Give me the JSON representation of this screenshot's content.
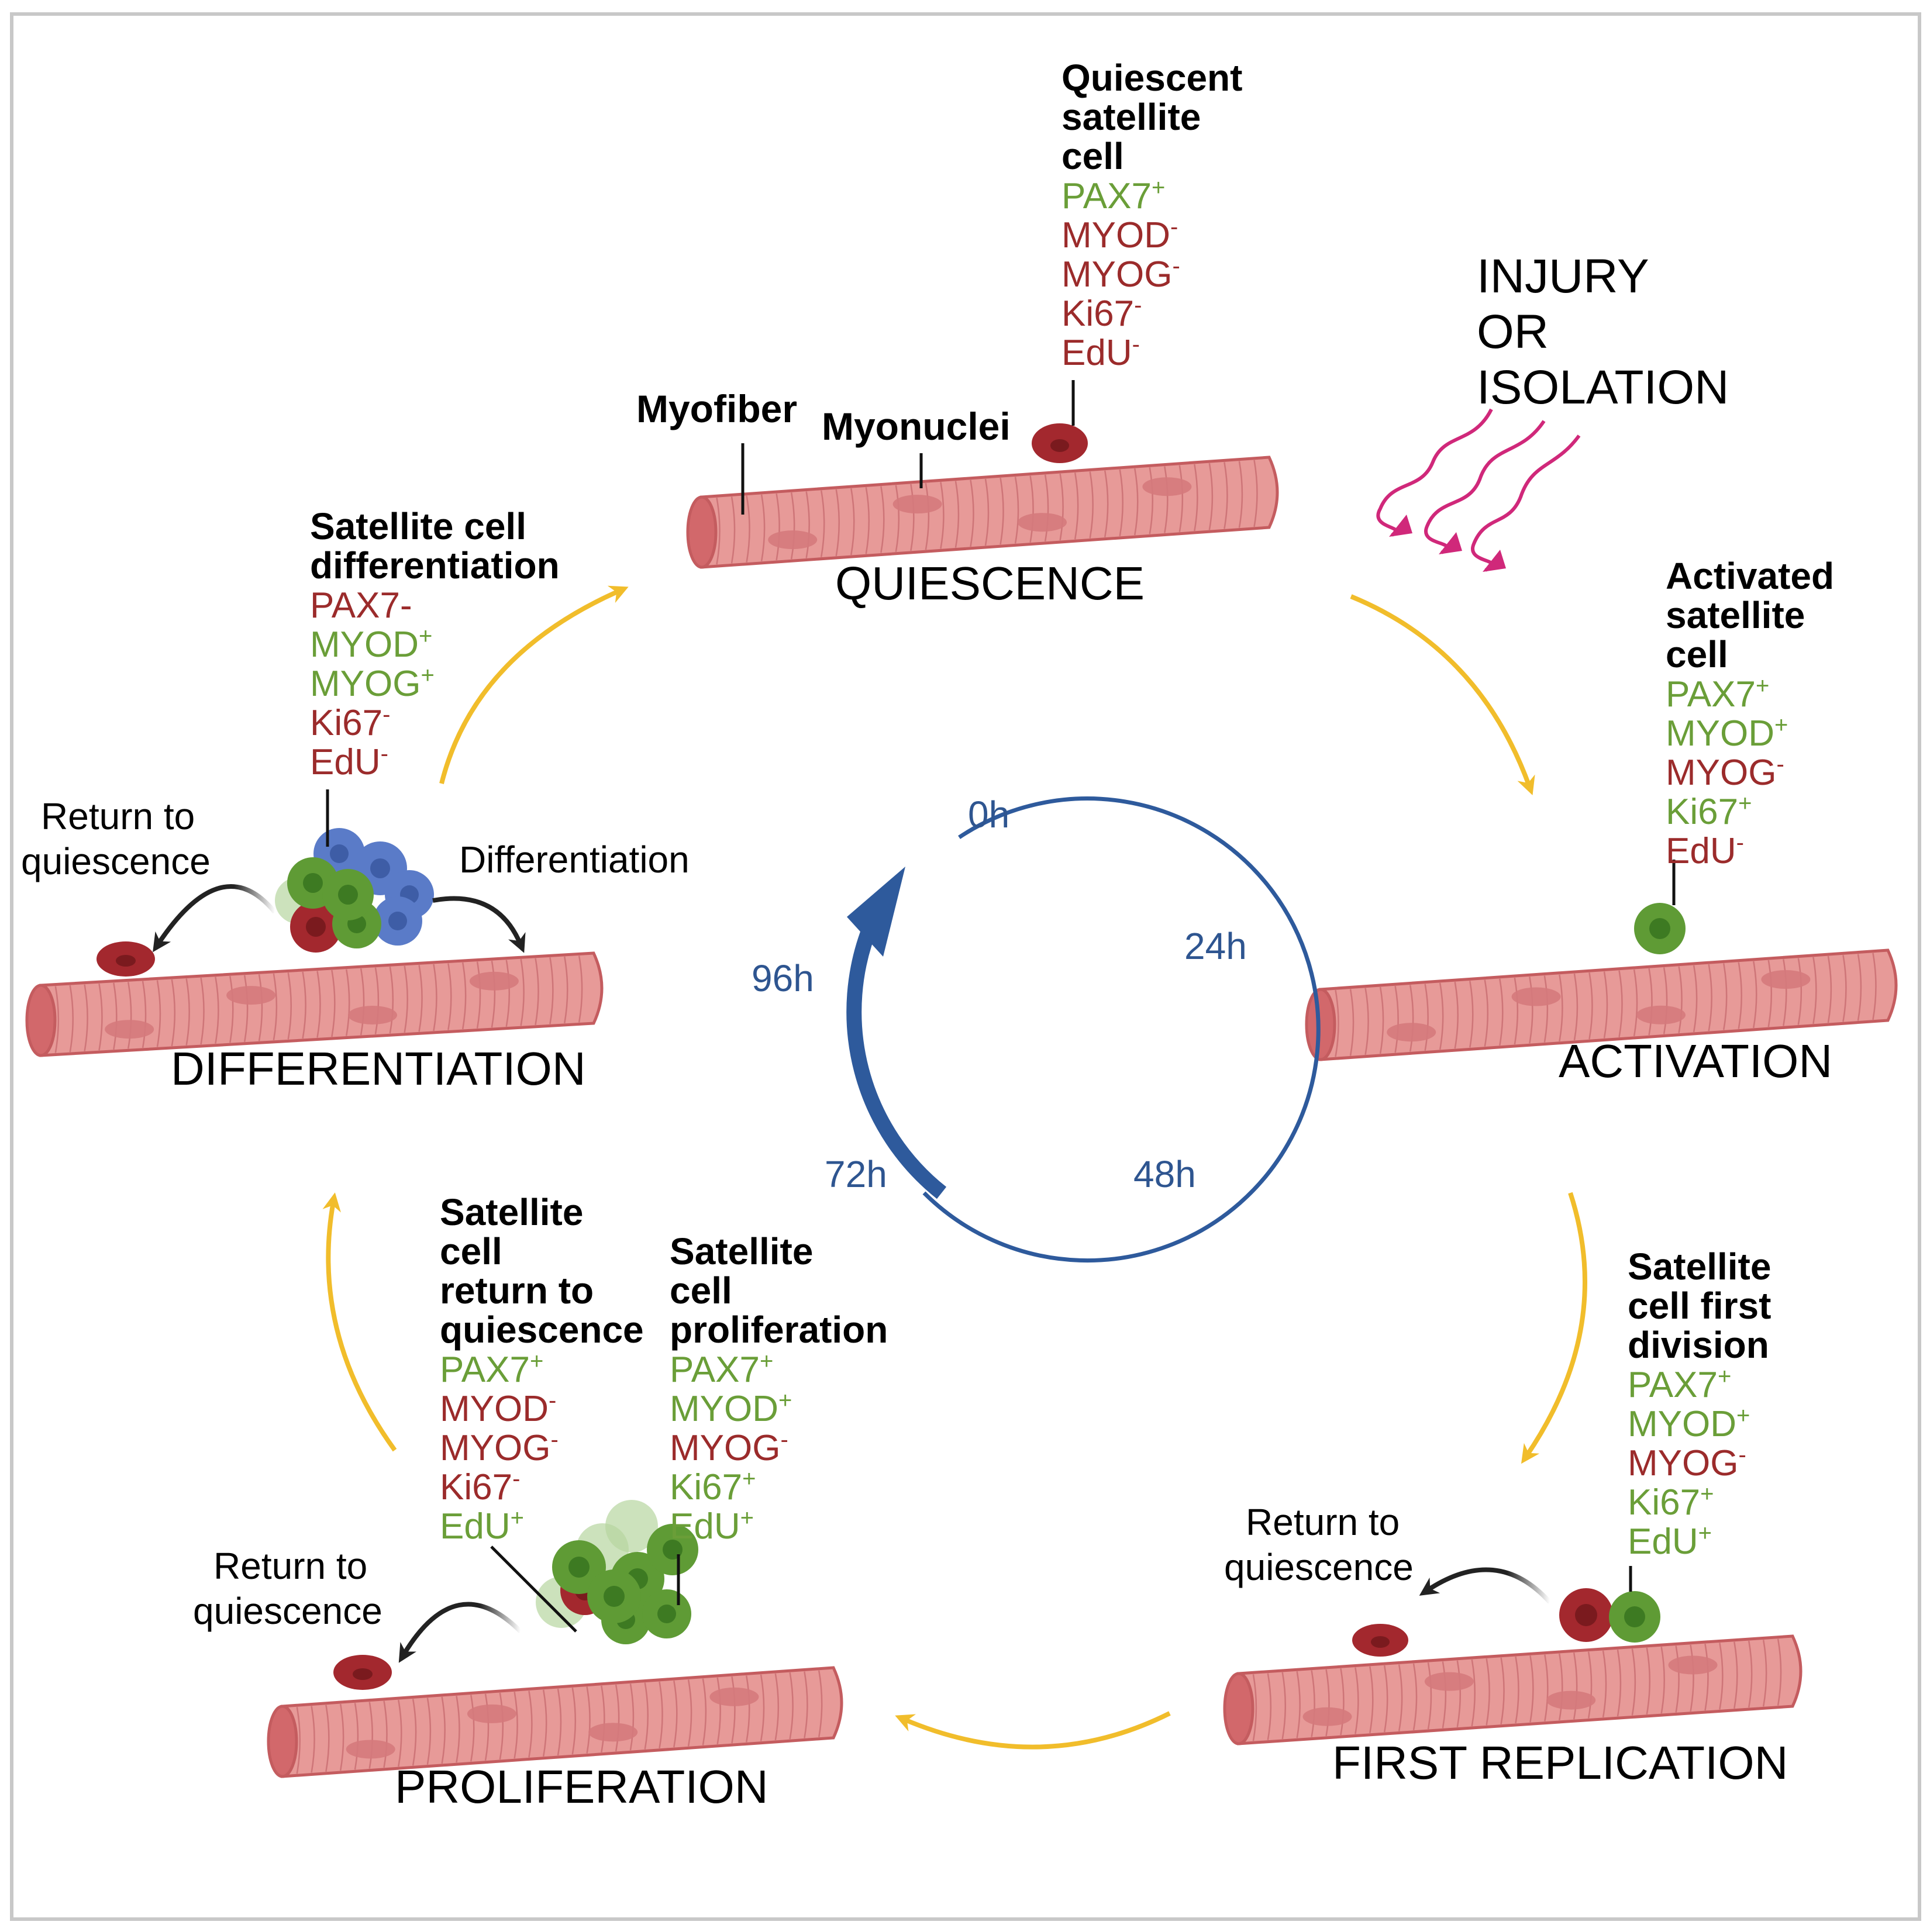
{
  "colors": {
    "marker_positive": "#6a9e38",
    "marker_negative": "#9b2b2b",
    "cycle_arrow": "#2e5a9c",
    "stage_arrow": "#f1bd2b",
    "injury_arrow": "#d0287a",
    "fiber": "#e79a98",
    "fiber_dark": "#c95f63",
    "quiescent_cell": "#a3282e",
    "activated_cell": "#5f9b35",
    "differentiated_cell": "#5a7bc8"
  },
  "stages": {
    "quiescence": "QUIESCENCE",
    "activation": "ACTIVATION",
    "first_replication": "FIRST REPLICATION",
    "proliferation": "PROLIFERATION",
    "differentiation": "DIFFERENTIATION"
  },
  "labels": {
    "myofiber": "Myofiber",
    "myonuclei": "Myonuclei",
    "return_to": "Return to",
    "quiescence": "quiescence",
    "differentiation": "Differentiation"
  },
  "injury": [
    "INJURY",
    "OR",
    "ISOLATION"
  ],
  "times": [
    "0h",
    "24h",
    "48h",
    "72h",
    "96h"
  ],
  "cell_states": {
    "quiescent": {
      "title": [
        "Quiescent",
        "satellite",
        "cell"
      ],
      "markers": [
        {
          "base": "PAX7",
          "sign": "+",
          "positive": true
        },
        {
          "base": "MYOD",
          "sign": "-",
          "positive": false
        },
        {
          "base": "MYOG",
          "sign": "-",
          "positive": false
        },
        {
          "base": "Ki67",
          "sign": "-",
          "positive": false
        },
        {
          "base": "EdU",
          "sign": "-",
          "positive": false
        }
      ]
    },
    "activated": {
      "title": [
        "Activated",
        "satellite",
        "cell"
      ],
      "markers": [
        {
          "base": "PAX7",
          "sign": "+",
          "positive": true
        },
        {
          "base": "MYOD",
          "sign": "+",
          "positive": true
        },
        {
          "base": "MYOG",
          "sign": "-",
          "positive": false
        },
        {
          "base": "Ki67",
          "sign": "+",
          "positive": true
        },
        {
          "base": "EdU",
          "sign": "-",
          "positive": false
        }
      ]
    },
    "first_division": {
      "title": [
        "Satellite",
        "cell first",
        "division"
      ],
      "markers": [
        {
          "base": "PAX7",
          "sign": "+",
          "positive": true
        },
        {
          "base": "MYOD",
          "sign": "+",
          "positive": true
        },
        {
          "base": "MYOG",
          "sign": "-",
          "positive": false
        },
        {
          "base": "Ki67",
          "sign": "+",
          "positive": true
        },
        {
          "base": "EdU",
          "sign": "+",
          "positive": true
        }
      ]
    },
    "proliferation": {
      "title": [
        "Satellite",
        "cell",
        "proliferation"
      ],
      "markers": [
        {
          "base": "PAX7",
          "sign": "+",
          "positive": true
        },
        {
          "base": "MYOD",
          "sign": "+",
          "positive": true
        },
        {
          "base": "MYOG",
          "sign": "-",
          "positive": false
        },
        {
          "base": "Ki67",
          "sign": "+",
          "positive": true
        },
        {
          "base": "EdU",
          "sign": "+",
          "positive": true
        }
      ]
    },
    "return": {
      "title": [
        "Satellite",
        "cell",
        "return to",
        "quiescence"
      ],
      "markers": [
        {
          "base": "PAX7",
          "sign": "+",
          "positive": true
        },
        {
          "base": "MYOD",
          "sign": "-",
          "positive": false
        },
        {
          "base": "MYOG",
          "sign": "-",
          "positive": false
        },
        {
          "base": "Ki67",
          "sign": "-",
          "positive": false
        },
        {
          "base": "EdU",
          "sign": "+",
          "positive": true
        }
      ]
    },
    "differentiation": {
      "title": [
        "Satellite cell",
        "differentiation"
      ],
      "markers": [
        {
          "base": "PAX7-",
          "sign": "",
          "positive": false
        },
        {
          "base": "MYOD",
          "sign": "+",
          "positive": true
        },
        {
          "base": "MYOG",
          "sign": "+",
          "positive": true
        },
        {
          "base": "Ki67",
          "sign": "-",
          "positive": false
        },
        {
          "base": "EdU",
          "sign": "-",
          "positive": false
        }
      ]
    }
  }
}
